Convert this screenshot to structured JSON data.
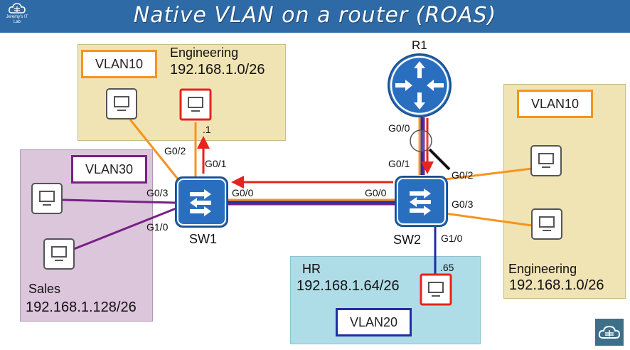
{
  "header": {
    "title": "Native VLAN on a router (ROAS)",
    "logo_text": "Jeremy's IT Lab"
  },
  "colors": {
    "header": "#2e6aa6",
    "engineering_zone": "#f0e4b4",
    "sales_zone": "#dcc6dc",
    "hr_zone": "#aedde8",
    "vlan10": "#f5941f",
    "vlan20": "#1f2fa3",
    "vlan30": "#7a1f86",
    "arrow": "#e8231b",
    "device": "#2a6fbf"
  },
  "zones": {
    "eng_left": {
      "name": "Engineering",
      "subnet": "192.168.1.0/26",
      "vlan": "VLAN10"
    },
    "sales": {
      "name": "Sales",
      "subnet": "192.168.1.128/26",
      "vlan": "VLAN30"
    },
    "hr": {
      "name": "HR",
      "subnet": "192.168.1.64/26",
      "vlan": "VLAN20"
    },
    "eng_right": {
      "name": "Engineering",
      "subnet": "192.168.1.0/26",
      "vlan": "VLAN10"
    }
  },
  "devices": {
    "router": {
      "name": "R1",
      "icon": "router-icon"
    },
    "sw1": {
      "name": "SW1",
      "icon": "switch-icon"
    },
    "sw2": {
      "name": "SW2",
      "icon": "switch-icon"
    }
  },
  "ports": {
    "sw1_g0_2": "G0/2",
    "sw1_g0_1": "G0/1",
    "sw1_g0_3": "G0/3",
    "sw1_g1_0": "G1/0",
    "sw1_g0_0": "G0/0",
    "sw2_g0_0": "G0/0",
    "sw2_g0_1": "G0/1",
    "sw2_g0_2": "G0/2",
    "sw2_g0_3": "G0/3",
    "sw2_g1_0": "G1/0",
    "r1_g0_0": "G0/0"
  },
  "host_labels": {
    "eng_left_host": ".1",
    "hr_host": ".65"
  }
}
